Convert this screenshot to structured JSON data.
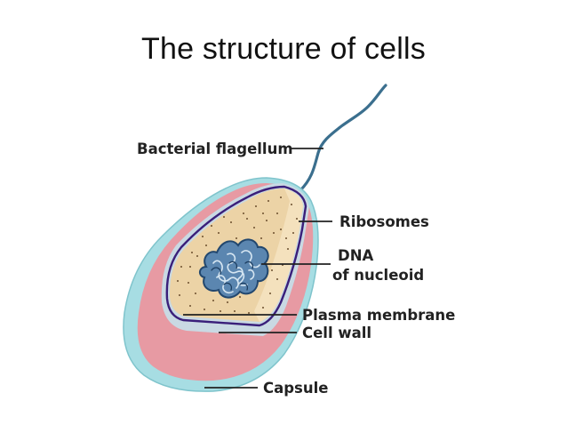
{
  "title": "The structure of cells",
  "labels": {
    "flagellum": "Bacterial flagellum",
    "ribosomes": "Ribosomes",
    "dna_line1": "DNA",
    "dna_line2": "of nucleoid",
    "plasma_membrane": "Plasma membrane",
    "cell_wall": "Cell wall",
    "capsule": "Capsule"
  },
  "colors": {
    "capsule_outer": "#a7dde3",
    "capsule_pink": "#e79aa3",
    "cell_wall": "#c9d9e3",
    "plasma_membrane": "#3a1f7a",
    "cytoplasm": "#ecd3a6",
    "dna": "#3a6a9a",
    "flagellum": "#3b6f8e"
  }
}
